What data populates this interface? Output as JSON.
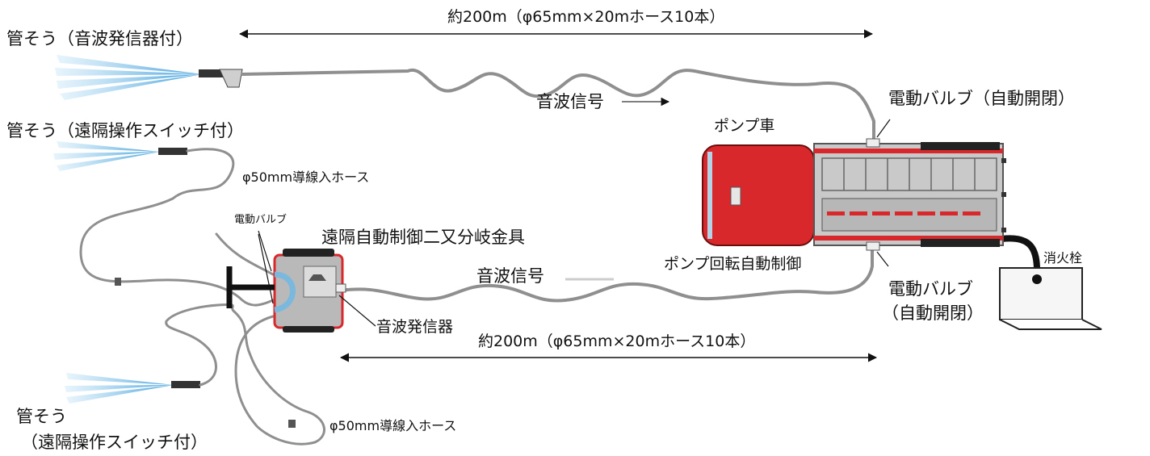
{
  "labels": {
    "distance_top": "約200m（φ65mm×20mホース10本）",
    "distance_bottom": "約200m（φ65mm×20mホース10本）",
    "nozzle_top": "管そう（音波発信器付）",
    "nozzle_middle": "管そう（遠隔操作スイッチ付）",
    "hose_50_top": "φ50mm導線入ホース",
    "hose_50_bottom": "φ50mm導線入ホース",
    "sound_signal_top": "音波信号",
    "sound_signal_bottom": "音波信号",
    "pump_truck": "ポンプ車",
    "valve_top_right": "電動バルブ（自動開閉）",
    "valve_bottom_right_1": "電動バルブ",
    "valve_bottom_right_2": "（自動開閉）",
    "pump_auto_control": "ポンプ回転自動制御",
    "hydrant": "消火栓",
    "valve_small": "電動バルブ",
    "splitter": "遠隔自動制御二又分岐金具",
    "sound_transmitter": "音波発信器",
    "nozzle_bottom_1": "管そう",
    "nozzle_bottom_2": "（遠隔操作スイッチ付）"
  },
  "colors": {
    "hose": "#9a9a9a",
    "spray": "#5fb4e6",
    "truck_red": "#d9282b",
    "truck_grey": "#c7c7c7",
    "device_grey": "#b8b8b8",
    "arrow": "#111111"
  }
}
